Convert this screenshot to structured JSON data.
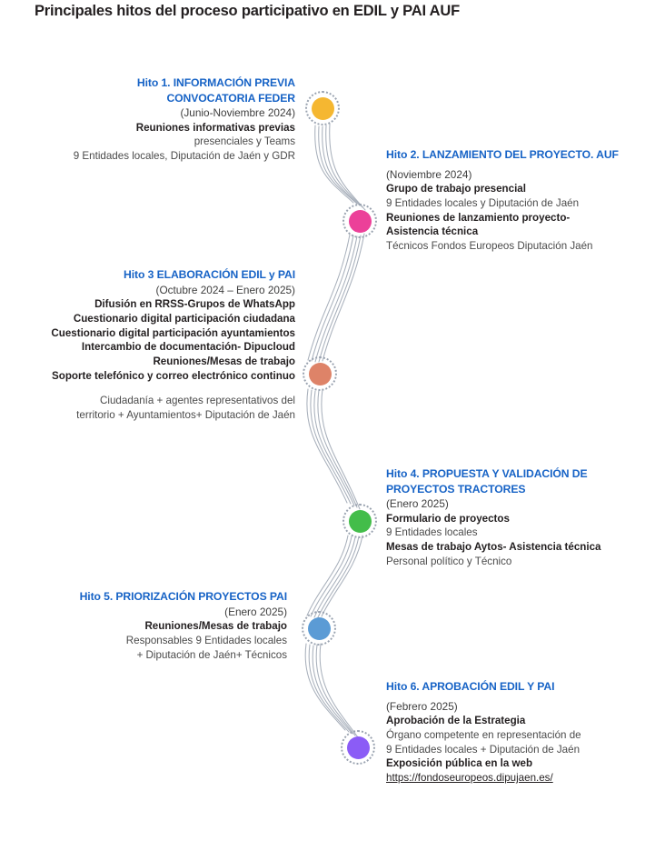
{
  "title": "Principales hitos del proceso participativo en EDIL y PAI AUF",
  "theme": {
    "heading_blue": "#1763c6",
    "body_dark": "#231f20",
    "body_gray": "#4a4a4a",
    "ribbon_gray": "#9aa3b0",
    "ring_gray": "#9aa3b0",
    "background": "#ffffff"
  },
  "milestones": [
    {
      "id": "hito-1",
      "name": "Hito 1. INFORMACIÓN PREVIA",
      "name_line2": "CONVOCATORIA FEDER",
      "date": "(Junio-Noviembre 2024)",
      "side": "left",
      "marker_color": "#f5b731",
      "lines": [
        {
          "text": "Reuniones informativas previas",
          "style": "strong"
        },
        {
          "text": "presenciales y Teams",
          "style": "plain"
        },
        {
          "text": "9 Entidades locales, Diputación de Jaén y GDR",
          "style": "plain"
        }
      ]
    },
    {
      "id": "hito-2",
      "name": "Hito 2. LANZAMIENTO DEL PROYECTO. AUF",
      "name_line2": "",
      "date": "(Noviembre 2024)",
      "side": "right",
      "marker_color": "#ec4099",
      "lines": [
        {
          "text": "Grupo de trabajo presencial",
          "style": "strong"
        },
        {
          "text": "9 Entidades locales y Diputación de Jaén",
          "style": "plain"
        },
        {
          "text": "Reuniones de lanzamiento proyecto-",
          "style": "strong"
        },
        {
          "text": "Asistencia técnica",
          "style": "strong"
        },
        {
          "text": "Técnicos Fondos Europeos Diputación Jaén",
          "style": "plain"
        }
      ]
    },
    {
      "id": "hito-3",
      "name": "Hito 3 ELABORACIÓN EDIL y PAI",
      "name_line2": "",
      "date": "(Octubre 2024 – Enero 2025)",
      "side": "left",
      "marker_color": "#de8368",
      "lines": [
        {
          "text": "Difusión en RRSS-Grupos de WhatsApp",
          "style": "strong"
        },
        {
          "text": "Cuestionario digital participación ciudadana",
          "style": "strong"
        },
        {
          "text": "Cuestionario digital participación ayuntamientos",
          "style": "strong"
        },
        {
          "text": "Intercambio de documentación- Dipucloud",
          "style": "strong"
        },
        {
          "text": "Reuniones/Mesas de trabajo",
          "style": "strong"
        },
        {
          "text": "Soporte telefónico y correo electrónico continuo",
          "style": "strong"
        },
        {
          "text": "",
          "style": "gap"
        },
        {
          "text": "Ciudadanía + agentes representativos del",
          "style": "plain"
        },
        {
          "text": "territorio + Ayuntamientos+ Diputación de Jaén",
          "style": "plain"
        }
      ]
    },
    {
      "id": "hito-4",
      "name": "Hito 4. PROPUESTA Y VALIDACIÓN DE",
      "name_line2": "PROYECTOS TRACTORES",
      "date": "(Enero 2025)",
      "side": "right",
      "marker_color": "#43bd4a",
      "lines": [
        {
          "text": "Formulario de proyectos",
          "style": "strong"
        },
        {
          "text": "9 Entidades locales",
          "style": "plain"
        },
        {
          "text": "Mesas de trabajo Aytos- Asistencia técnica",
          "style": "strong"
        },
        {
          "text": "Personal político y Técnico",
          "style": "plain"
        }
      ]
    },
    {
      "id": "hito-5",
      "name": "Hito 5. PRIORIZACIÓN PROYECTOS PAI",
      "name_line2": "",
      "date": "(Enero 2025)",
      "side": "left",
      "marker_color": "#5b9bd5",
      "lines": [
        {
          "text": "Reuniones/Mesas de trabajo",
          "style": "strong"
        },
        {
          "text": "Responsables 9 Entidades locales",
          "style": "plain"
        },
        {
          "text": "+ Diputación de Jaén+ Técnicos",
          "style": "plain"
        }
      ]
    },
    {
      "id": "hito-6",
      "name": "Hito 6. APROBACIÓN EDIL Y PAI",
      "name_line2": "",
      "date": "(Febrero 2025)",
      "side": "right",
      "marker_color": "#8b5cf6",
      "lines": [
        {
          "text": "Aprobación de la Estrategia",
          "style": "strong"
        },
        {
          "text": "Órgano competente en representación de",
          "style": "plain"
        },
        {
          "text": "9 Entidades locales + Diputación de Jaén",
          "style": "plain"
        },
        {
          "text": "Exposición pública en la web",
          "style": "strong"
        },
        {
          "text": "https://fondoseuropeos.dipujaen.es/",
          "style": "link"
        }
      ]
    }
  ]
}
